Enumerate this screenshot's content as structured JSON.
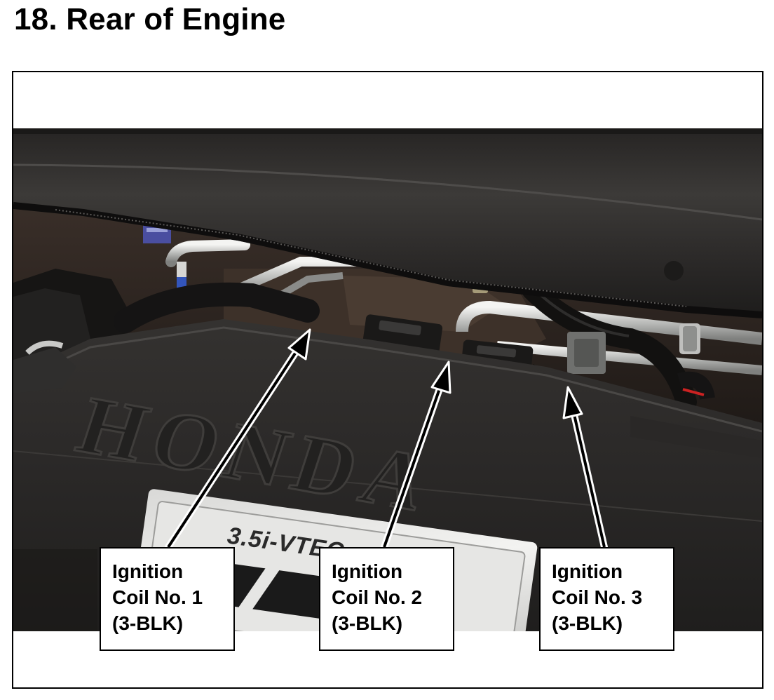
{
  "heading": "18.  Rear of Engine",
  "photo": {
    "cover_logo": "HONDA",
    "cover_badge": "3.5i-VTEC"
  },
  "callouts": [
    {
      "line1": "Ignition",
      "line2": "Coil No. 1",
      "line3": "(3-BLK)"
    },
    {
      "line1": "Ignition",
      "line2": "Coil No. 2",
      "line3": "(3-BLK)"
    },
    {
      "line1": "Ignition",
      "line2": "Coil No. 3",
      "line3": "(3-BLK)"
    }
  ]
}
